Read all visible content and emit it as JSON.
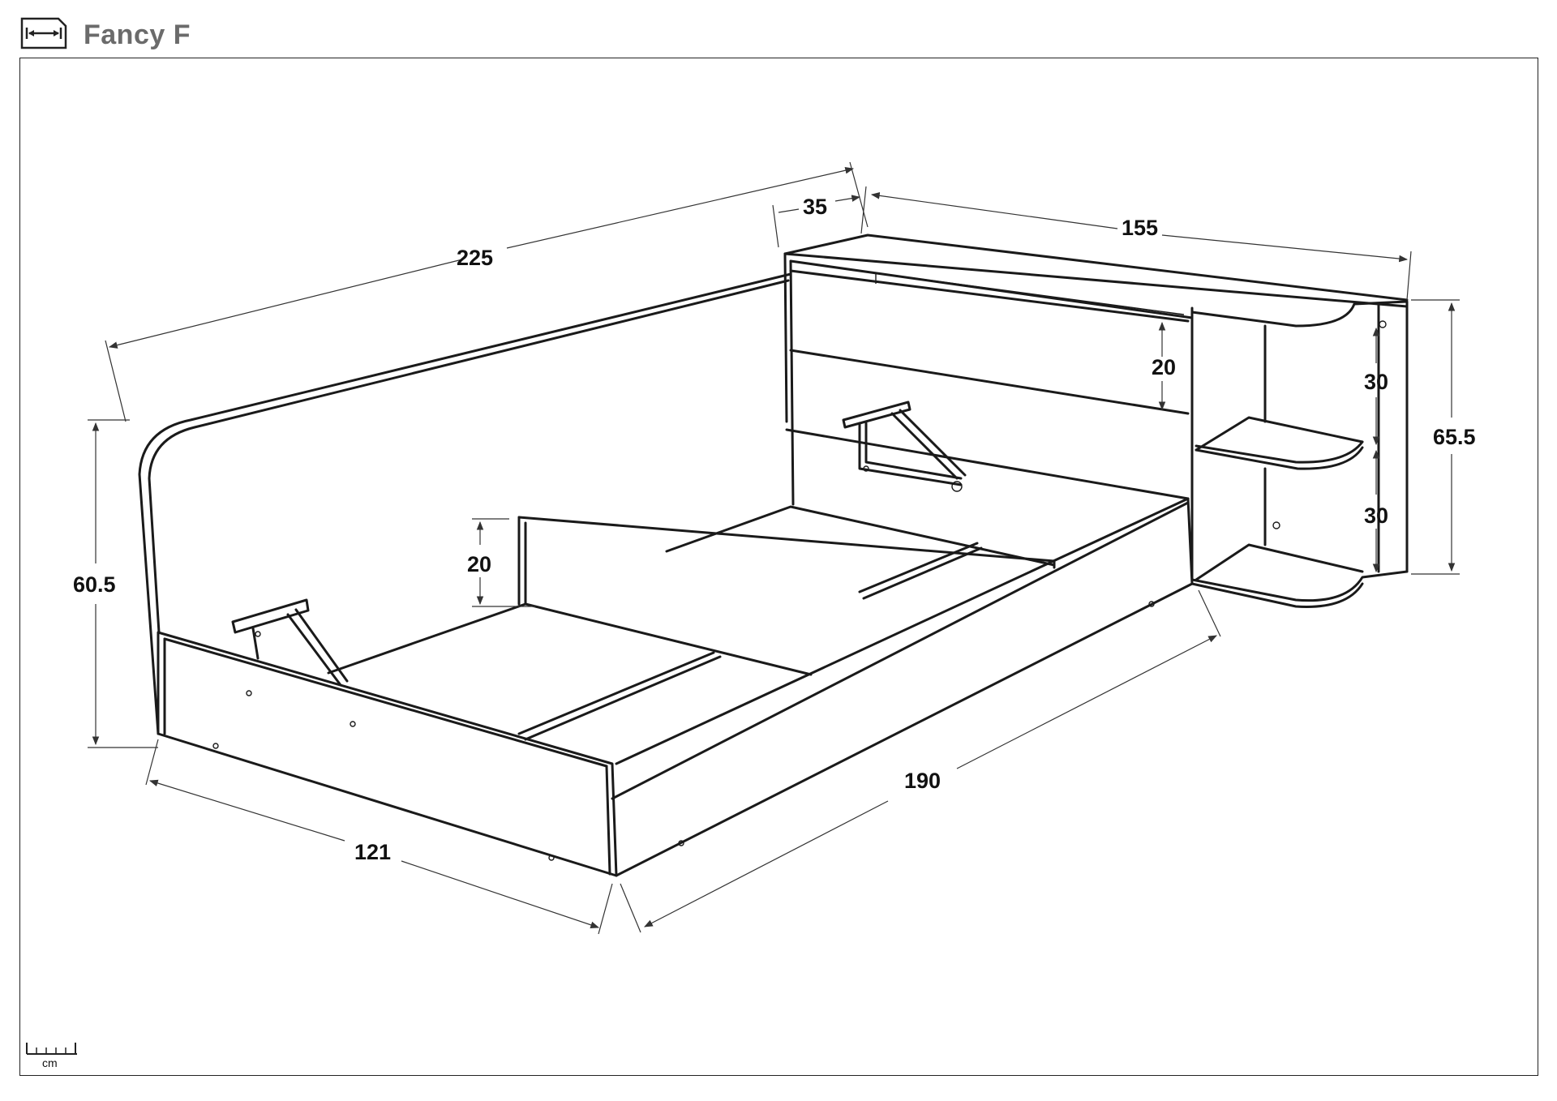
{
  "header": {
    "title": "Fancy F",
    "icon": "width-dimension-icon"
  },
  "dimensions": {
    "total_length": "225",
    "headboard_depth": "35",
    "headboard_width": "155",
    "headboard_panel_height": "20",
    "side_height": "60.5",
    "inner_side_height": "20",
    "shelf_height_upper": "30",
    "shelf_height_lower": "30",
    "shelf_total_height": "65.5",
    "bed_width": "121",
    "bed_length": "190"
  },
  "unit_scale": {
    "label": "cm",
    "icon": "ruler-icon"
  }
}
